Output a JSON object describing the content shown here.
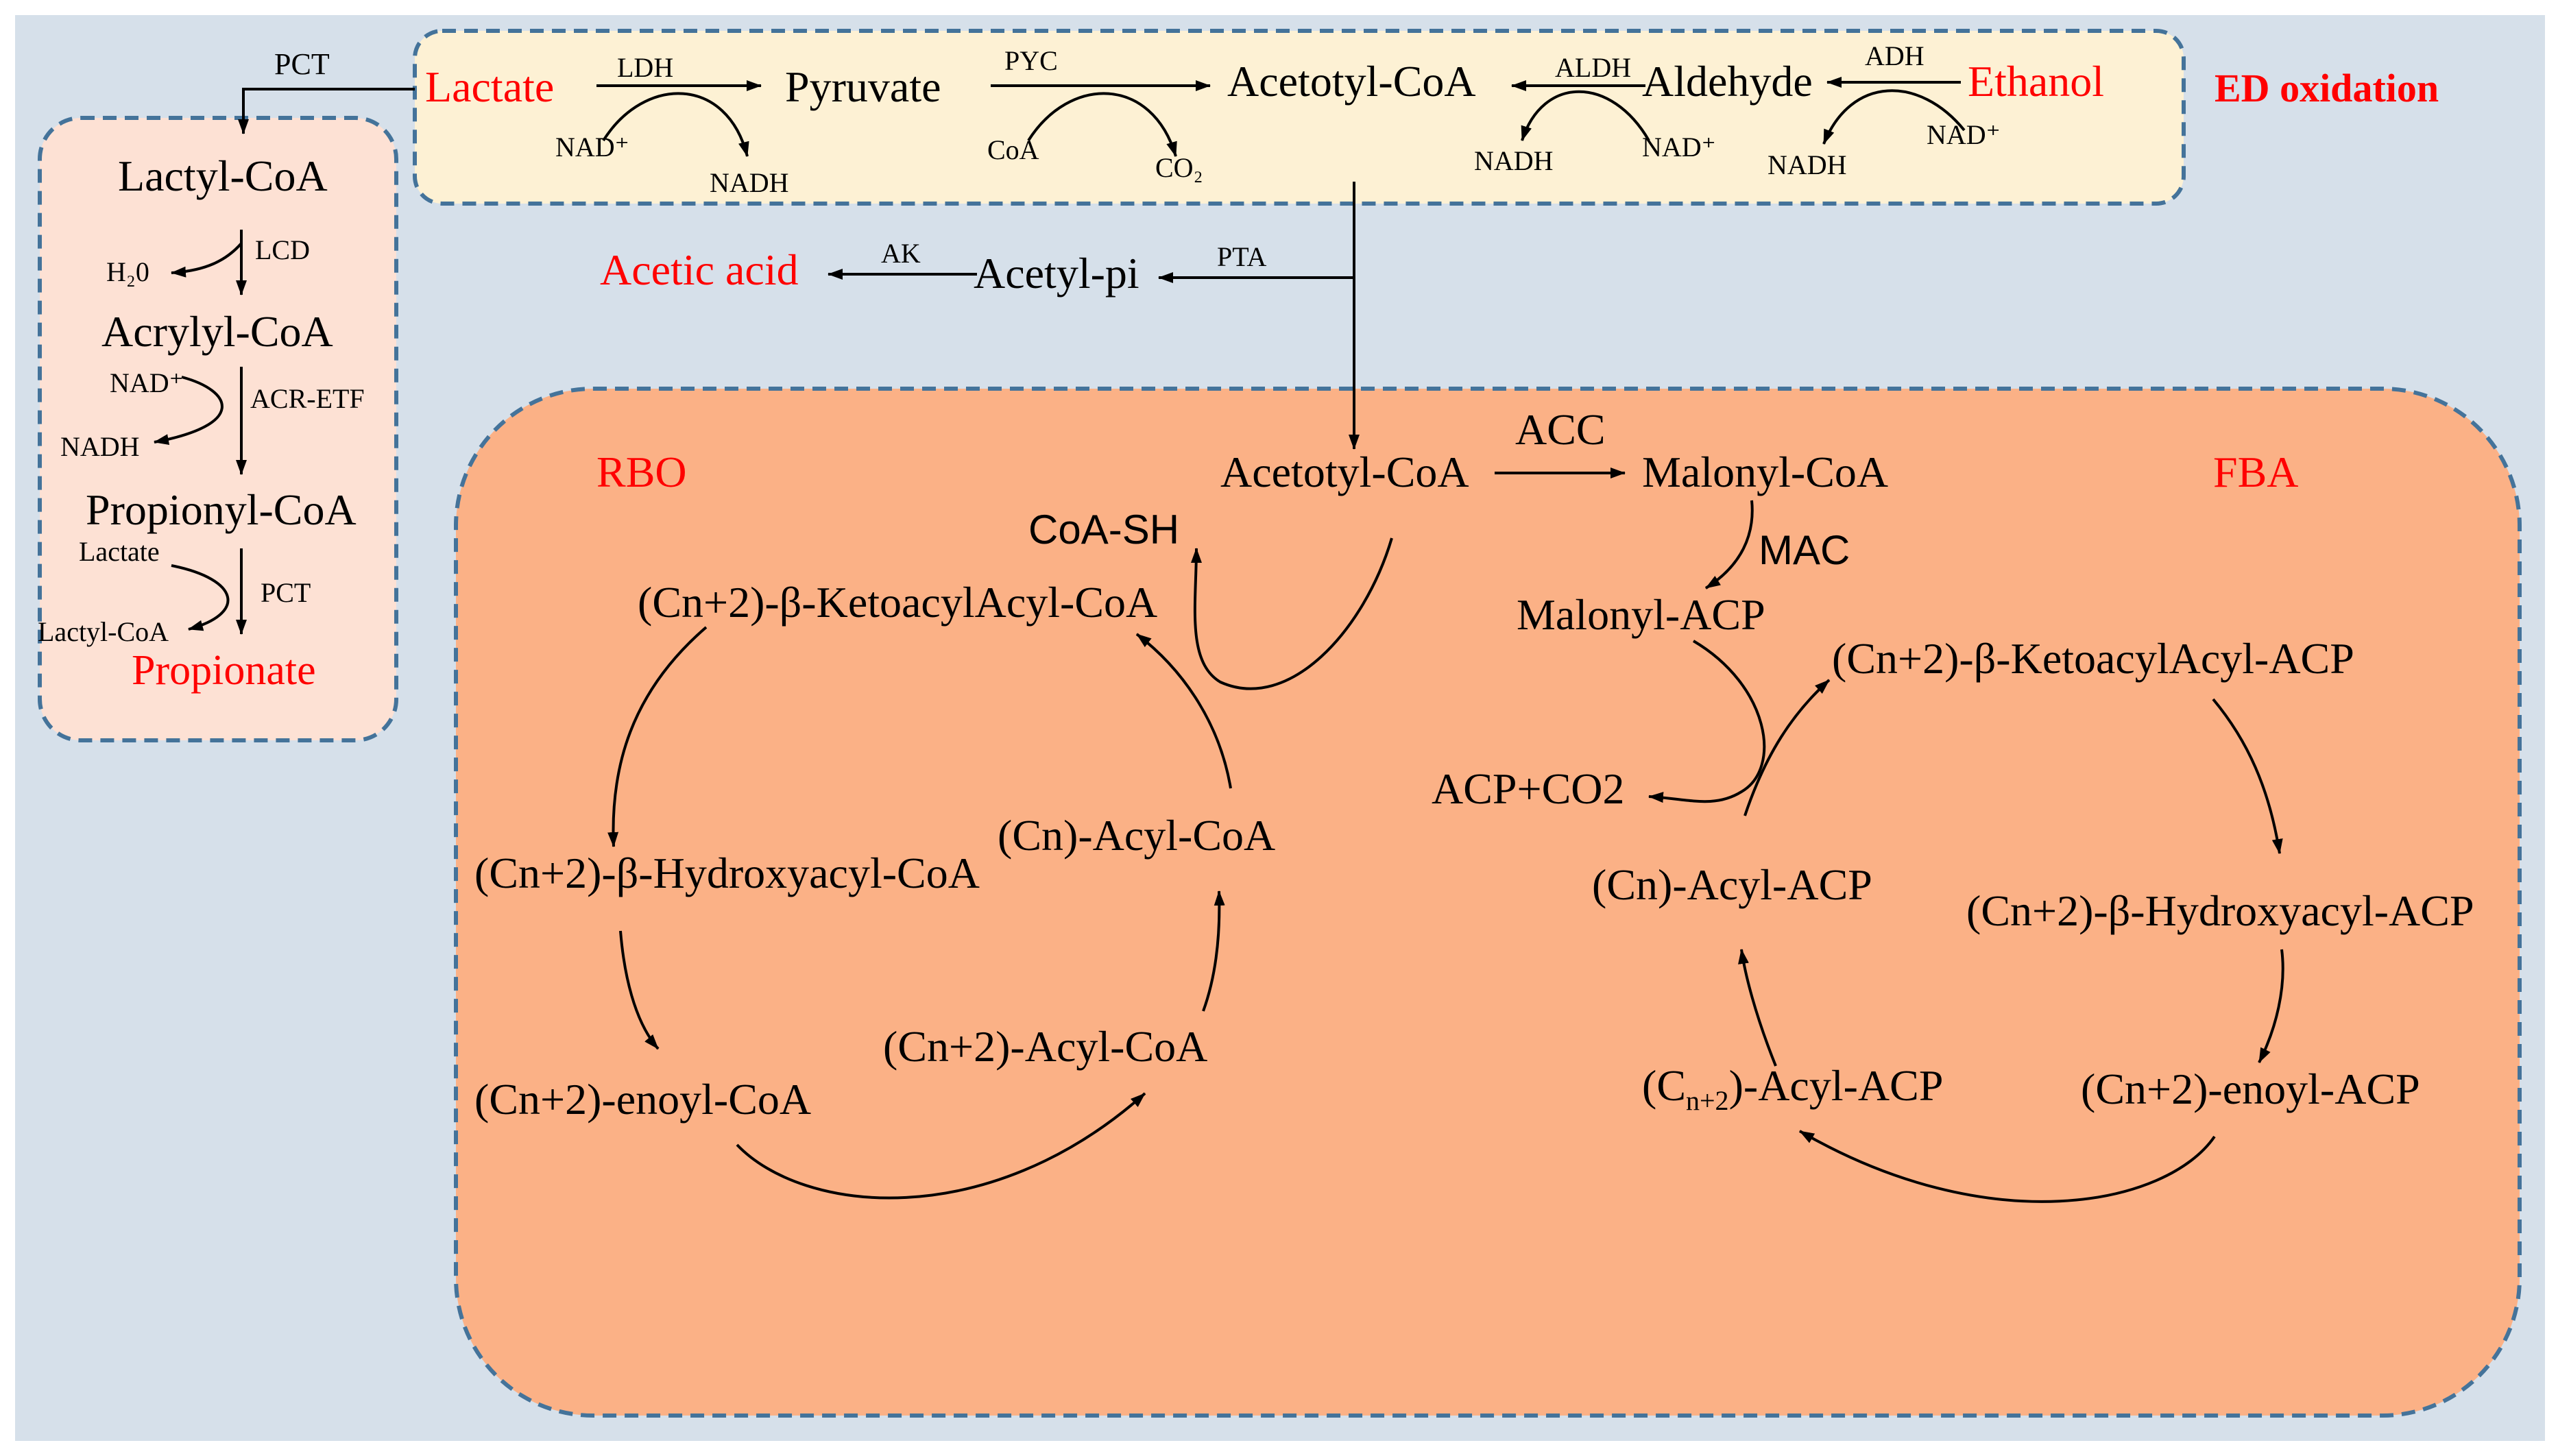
{
  "colors": {
    "background": "#d6e0ea",
    "ed_box_fill": "#fdf1d4",
    "left_box_fill": "#fde1d4",
    "main_box_fill": "#fbb186",
    "box_border": "#44739a",
    "highlight_red": "#ff0000",
    "text": "#000000",
    "arrow": "#000000"
  },
  "ed_oxidation": {
    "title": "ED oxidation",
    "lactate": "Lactate",
    "pyruvate": "Pyruvate",
    "acetotyl_coa": "Acetotyl-CoA",
    "aldehyde": "Aldehyde",
    "ethanol": "Ethanol",
    "ldh": "LDH",
    "pyc": "PYC",
    "aldh": "ALDH",
    "adh": "ADH",
    "nad_plus": "NAD⁺",
    "nadh": "NADH",
    "coa": "CoA",
    "co2": "CO₂"
  },
  "acetate_branch": {
    "acetic_acid": "Acetic acid",
    "acetyl_pi": "Acetyl-pi",
    "ak": "AK",
    "pta": "PTA"
  },
  "propionate_pathway": {
    "pct": "PCT",
    "lactyl_coa": "Lactyl-CoA",
    "lcd": "LCD",
    "h2o": "H₂0",
    "acrylyl_coa": "Acrylyl-CoA",
    "nad_plus": "NAD⁺",
    "acr_etf": "ACR-ETF",
    "nadh": "NADH",
    "propionyl_coa": "Propionyl-CoA",
    "lactate": "Lactate",
    "pct2": "PCT",
    "lactyl_coa_small": "Lactyl-CoA",
    "propionate": "Propionate"
  },
  "rbo": {
    "label": "RBO",
    "acetotyl_coa": "Acetotyl-CoA",
    "coa_sh": "CoA-SH",
    "ketoacyl_coa": "(Cn+2)-β-KetoacylAcyl-CoA",
    "hydroxyacyl_coa": "(Cn+2)-β-Hydroxyacyl-CoA",
    "enoyl_coa": "(Cn+2)-enoyl-CoA",
    "acyl_coa_n2": "(Cn+2)-Acyl-CoA",
    "acyl_coa_n": "(Cn)-Acyl-CoA"
  },
  "fba": {
    "label": "FBA",
    "acc": "ACC",
    "malonyl_coa": "Malonyl-CoA",
    "mac": "MAC",
    "malonyl_acp": "Malonyl-ACP",
    "acp_co2": "ACP+CO2",
    "ketoacyl_acp": "(Cn+2)-β-KetoacylAcyl-ACP",
    "hydroxyacyl_acp": "(Cn+2)-β-Hydroxyacyl-ACP",
    "enoyl_acp": "(Cn+2)-enoyl-ACP",
    "acyl_acp_n2_main": "(C",
    "acyl_acp_n2_sub": "n+2",
    "acyl_acp_n2_tail": ")-Acyl-ACP",
    "acyl_acp_n": "(Cn)-Acyl-ACP"
  }
}
